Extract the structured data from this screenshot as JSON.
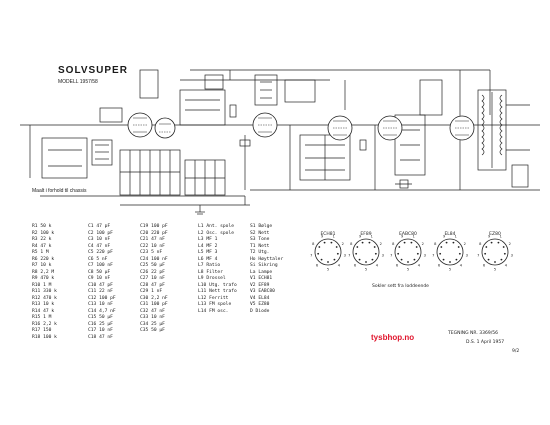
{
  "title": "SOLVSUPER",
  "subtitle": "MODELL 1957/58",
  "legend_note": "Maalt i forhold til chassis",
  "watermark": "tysbhop.no",
  "footer": {
    "line1": "TEGNING NR. 3369/56",
    "line2": "D.S. 1 April 1957",
    "line3": "9/2"
  },
  "pin_caption": "Sokler sett fra loddeende",
  "tubes": [
    {
      "label": "ECH81",
      "pins": [
        "1",
        "2",
        "3",
        "4",
        "5",
        "6",
        "7",
        "8",
        "9"
      ]
    },
    {
      "label": "EF89",
      "pins": [
        "1",
        "2",
        "3",
        "4",
        "5",
        "6",
        "7",
        "8",
        "9"
      ]
    },
    {
      "label": "EABC80",
      "pins": [
        "1",
        "2",
        "3",
        "4",
        "5",
        "6",
        "7",
        "8",
        "9"
      ]
    },
    {
      "label": "EL84",
      "pins": [
        "1",
        "2",
        "3",
        "4",
        "5",
        "6",
        "7",
        "8",
        "9"
      ]
    },
    {
      "label": "EZ80",
      "pins": [
        "1",
        "2",
        "3",
        "4",
        "5",
        "6",
        "7",
        "8",
        "9"
      ]
    }
  ],
  "parts_columns": [
    {
      "rows": [
        [
          "R1",
          "50 k"
        ],
        [
          "R2",
          "100 k"
        ],
        [
          "R3",
          "22 k"
        ],
        [
          "R4",
          "47 k"
        ],
        [
          "R5",
          "1 M"
        ],
        [
          "R6",
          "220 k"
        ],
        [
          "R7",
          "10 k"
        ],
        [
          "R8",
          "2,2 M"
        ],
        [
          "R9",
          "470 k"
        ],
        [
          "R10",
          "1 M"
        ],
        [
          "R11",
          "330 k"
        ],
        [
          "R12",
          "470 k"
        ],
        [
          "R13",
          "10 k"
        ],
        [
          "R14",
          "47 k"
        ],
        [
          "R15",
          "1 M"
        ],
        [
          "R16",
          "2,2 k"
        ],
        [
          "R17",
          "150"
        ],
        [
          "R18",
          "100 k"
        ]
      ]
    },
    {
      "rows": [
        [
          "C1",
          "47 pF"
        ],
        [
          "C2",
          "100 pF"
        ],
        [
          "C3",
          "10 nF"
        ],
        [
          "C4",
          "47 nF"
        ],
        [
          "C5",
          "220 pF"
        ],
        [
          "C6",
          "5 nF"
        ],
        [
          "C7",
          "100 nF"
        ],
        [
          "C8",
          "50 µF"
        ],
        [
          "C9",
          "10 nF"
        ],
        [
          "C10",
          "47 pF"
        ],
        [
          "C11",
          "22 nF"
        ],
        [
          "C12",
          "100 pF"
        ],
        [
          "C13",
          "10 nF"
        ],
        [
          "C14",
          "4,7 nF"
        ],
        [
          "C15",
          "50 µF"
        ],
        [
          "C16",
          "25 µF"
        ],
        [
          "C17",
          "10 nF"
        ],
        [
          "C18",
          "47 nF"
        ]
      ]
    },
    {
      "rows": [
        [
          "C19",
          "100 pF"
        ],
        [
          "C20",
          "220 pF"
        ],
        [
          "C21",
          "47 nF"
        ],
        [
          "C22",
          "10 nF"
        ],
        [
          "C23",
          "5 nF"
        ],
        [
          "C24",
          "100 nF"
        ],
        [
          "C25",
          "50 µF"
        ],
        [
          "C26",
          "22 pF"
        ],
        [
          "C27",
          "10 nF"
        ],
        [
          "C28",
          "47 pF"
        ],
        [
          "C29",
          "1 nF"
        ],
        [
          "C30",
          "2,2 nF"
        ],
        [
          "C31",
          "100 pF"
        ],
        [
          "C32",
          "47 nF"
        ],
        [
          "C33",
          "10 nF"
        ],
        [
          "C34",
          "25 µF"
        ],
        [
          "C35",
          "50 µF"
        ]
      ]
    },
    {
      "rows": [
        [
          "L1",
          "Ant. spole"
        ],
        [
          "L2",
          "Osc. spole"
        ],
        [
          "L3",
          "MF 1"
        ],
        [
          "L4",
          "MF 2"
        ],
        [
          "L5",
          "MF 3"
        ],
        [
          "L6",
          "MF 4"
        ],
        [
          "L7",
          "Ratio"
        ],
        [
          "L8",
          "Filter"
        ],
        [
          "L9",
          "Drossel"
        ],
        [
          "L10",
          "Utg. trafo"
        ],
        [
          "L11",
          "Nett trafo"
        ],
        [
          "L12",
          "Ferritt"
        ],
        [
          "L13",
          "FM spole"
        ],
        [
          "L14",
          "FM osc."
        ]
      ]
    },
    {
      "rows": [
        [
          "S1",
          "Bølge"
        ],
        [
          "S2",
          "Nett"
        ],
        [
          "S3",
          "Tone"
        ],
        [
          "T1",
          "Nett"
        ],
        [
          "T2",
          "Utg."
        ],
        [
          "Ho",
          "Høyttaler"
        ],
        [
          "Si",
          "Sikring"
        ],
        [
          "La",
          "Lampe"
        ],
        [
          "V1",
          "ECH81"
        ],
        [
          "V2",
          "EF89"
        ],
        [
          "V3",
          "EABC80"
        ],
        [
          "V4",
          "EL84"
        ],
        [
          "V5",
          "EZ80"
        ],
        [
          "D",
          "Diode"
        ]
      ]
    }
  ]
}
